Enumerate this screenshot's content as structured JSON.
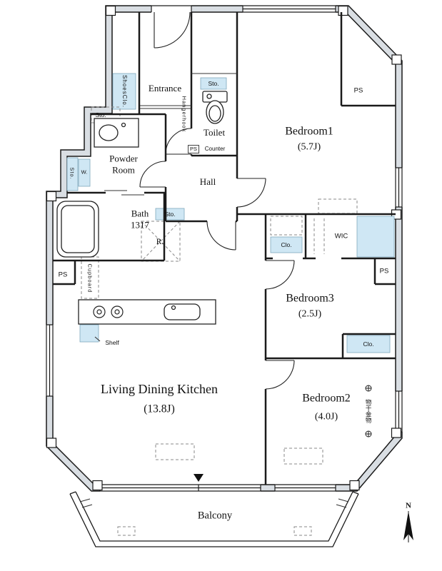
{
  "colors": {
    "wall_band": "#d9dee3",
    "storage_fill": "#cfe7f4",
    "line": "#1a1a1a"
  },
  "labels": {
    "shoes_closet": "ShoesClo.",
    "storage_entrance": "Sto.",
    "entrance": "Entrance",
    "hangerhook": "Hangerhook",
    "storage_toilet": "Sto.",
    "toilet": "Toilet",
    "ps_toilet": "PS",
    "counter": "Counter",
    "bedroom1_name": "Bedroom1",
    "bedroom1_size": "(5.7J)",
    "ps_top_right": "PS",
    "powder_room": "Powder\nRoom",
    "storage_powder": "Sto.",
    "washer": "W.",
    "bath": "Bath\n1317",
    "storage_hall": "Sto.",
    "hall": "Hall",
    "refrigerator": "R.",
    "wic": "WIC",
    "closet_bedroom3": "Clo.",
    "ps_bedroom3": "PS",
    "bedroom3_name": "Bedroom3",
    "bedroom3_size": "(2.5J)",
    "closet_bedroom2": "Clo.",
    "cupboard": "Cupboard",
    "shelf": "Shelf",
    "ldk_name": "Living Dining Kitchen",
    "ldk_size": "(13.8J)",
    "bedroom2_name": "Bedroom2",
    "bedroom2_size": "(4.0J)",
    "laundry_hardware": "物干金物",
    "ps_bath": "PS",
    "balcony": "Balcony",
    "compass_north": "N"
  }
}
